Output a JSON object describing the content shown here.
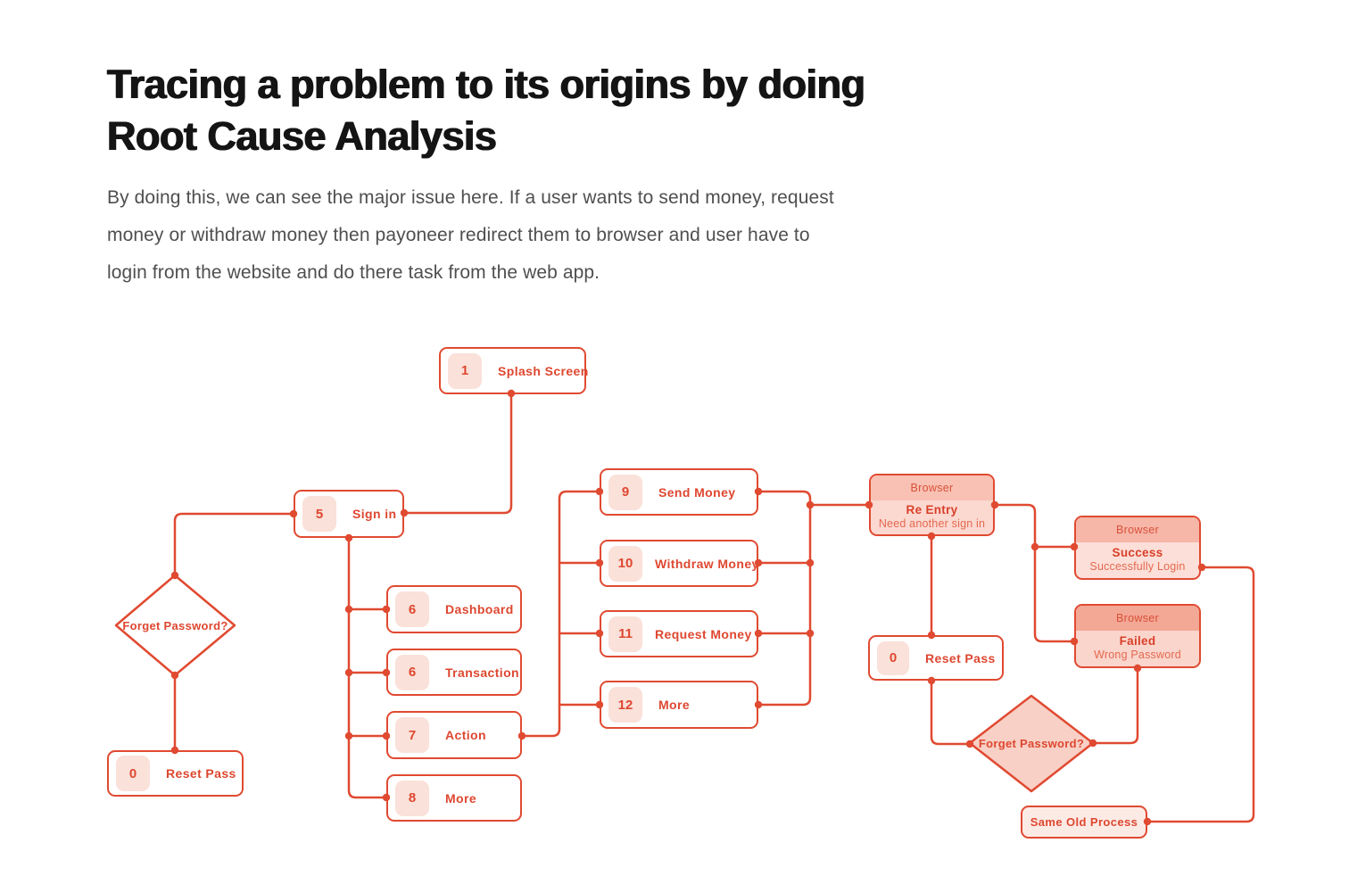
{
  "page": {
    "title_lines": [
      "Tracing a problem to its origins by doing",
      "Root Cause Analysis"
    ],
    "paragraph_lines": [
      "By doing this, we can see the major issue here. If a user wants to send money, request",
      "money or withdraw money then payoneer redirect them to browser and user have to",
      "login from the website and do there task from the web app."
    ]
  },
  "colors": {
    "accent_red": "#E04A31",
    "badge_pink": "#FAE1D9",
    "panel_pink": "#FBDAD2",
    "title_black": "#141414",
    "paragraph_gray": "#4F4F4F"
  },
  "flowchart": {
    "nodes": {
      "splash": {
        "number": "1",
        "label": "Splash Screen"
      },
      "sign_in": {
        "number": "5",
        "label": "Sign in"
      },
      "dashboard": {
        "number": "6",
        "label": "Dashboard"
      },
      "transaction": {
        "number": "6",
        "label": "Transaction"
      },
      "action": {
        "number": "7",
        "label": "Action"
      },
      "more_menu": {
        "number": "8",
        "label": "More"
      },
      "send_money": {
        "number": "9",
        "label": "Send Money"
      },
      "withdraw_money": {
        "number": "10",
        "label": "Withdraw Money"
      },
      "request_money": {
        "number": "11",
        "label": "Request Money"
      },
      "more_actions": {
        "number": "12",
        "label": "More"
      },
      "forget_password_left": {
        "label": "Forget Password?"
      },
      "reset_pass_left": {
        "number": "0",
        "label": "Reset Pass"
      },
      "browser_reentry": {
        "header": "Browser",
        "title": "Re Entry",
        "subtitle": "Need another sign in"
      },
      "reset_pass_right": {
        "number": "0",
        "label": "Reset Pass"
      },
      "browser_success": {
        "header": "Browser",
        "title": "Success",
        "subtitle": "Successfully Login"
      },
      "browser_failed": {
        "header": "Browser",
        "title": "Failed",
        "subtitle": "Wrong Password"
      },
      "forget_password_right": {
        "label": "Forget Password?"
      },
      "same_old_process": {
        "label": "Same Old Process"
      }
    }
  }
}
